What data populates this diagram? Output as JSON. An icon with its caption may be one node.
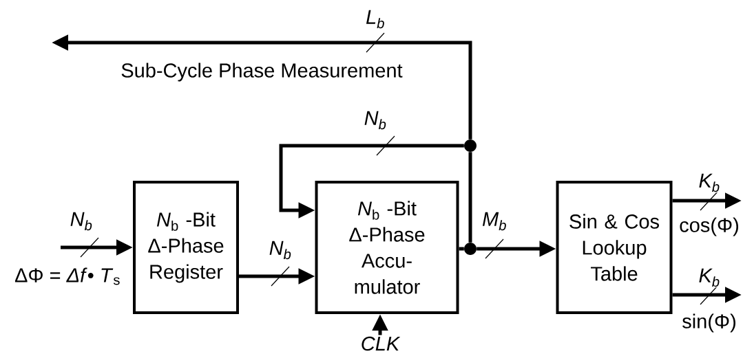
{
  "diagram": {
    "nodes": [
      {
        "text": [
          "*N*$_{b}$ -Bit Δ-Phase Register"
        ]
      },
      {
        "text": [
          "*N*$_{b}$ -Bit Δ-Phase Accu- mulator"
        ]
      },
      {
        "text": [
          "Sin & Cos Lookup Table"
        ]
      },
      {
        "text": [],
        "shape": "circle"
      },
      {
        "text": [],
        "shape": "circle"
      },
      {
        "text": [
          "CLK"
        ]
      }
    ],
    "edges": [
      {
        "from": null,
        "to": 0,
        "arrow": "to",
        "label": "N$_{b}$"
      },
      {
        "from": 0,
        "to": 1,
        "arrow": "to",
        "label": "N$_{b}$"
      },
      {
        "from": 1,
        "to": 4,
        "arrow": "none"
      },
      {
        "from": 4,
        "to": 2,
        "arrow": "to",
        "label": "M$_{b}$"
      },
      {
        "from": 4,
        "to": 3,
        "arrow": "none"
      },
      {
        "from": 3,
        "to": 1,
        "arrow": "to",
        "label": "N$_{b}$"
      },
      {
        "from": 3,
        "to": null,
        "arrow": "to",
        "label": "L$_{b}$"
      },
      {
        "from": 2,
        "to": null,
        "arrow": "to",
        "label": "K$_{b}$"
      },
      {
        "from": 2,
        "to": null,
        "arrow": "to",
        "label": "K$_{b}$"
      },
      {
        "from": 5,
        "to": 1,
        "arrow": "to"
      }
    ],
    "labels": [
      "Sub-Cycle Phase Measurement",
      "ΔΦ = *Δf*• *T*$_{s}$",
      "cos(Φ)",
      "sin(Φ)"
    ]
  }
}
